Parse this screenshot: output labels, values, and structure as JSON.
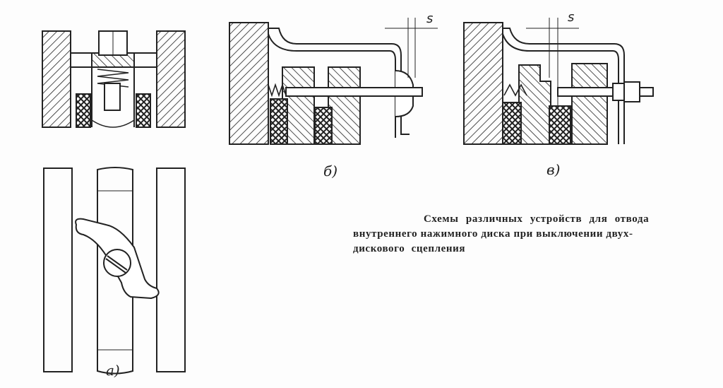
{
  "figure": {
    "labels": {
      "a": "а)",
      "b": "б)",
      "v": "в)"
    },
    "dimension_label_b": "s",
    "dimension_label_v": "s",
    "caption": {
      "line1": "Схемы различных устройств для отвода",
      "line2": "внутреннего нажимного диска при выключении двух-",
      "line3": "дискового сцепления"
    }
  }
}
